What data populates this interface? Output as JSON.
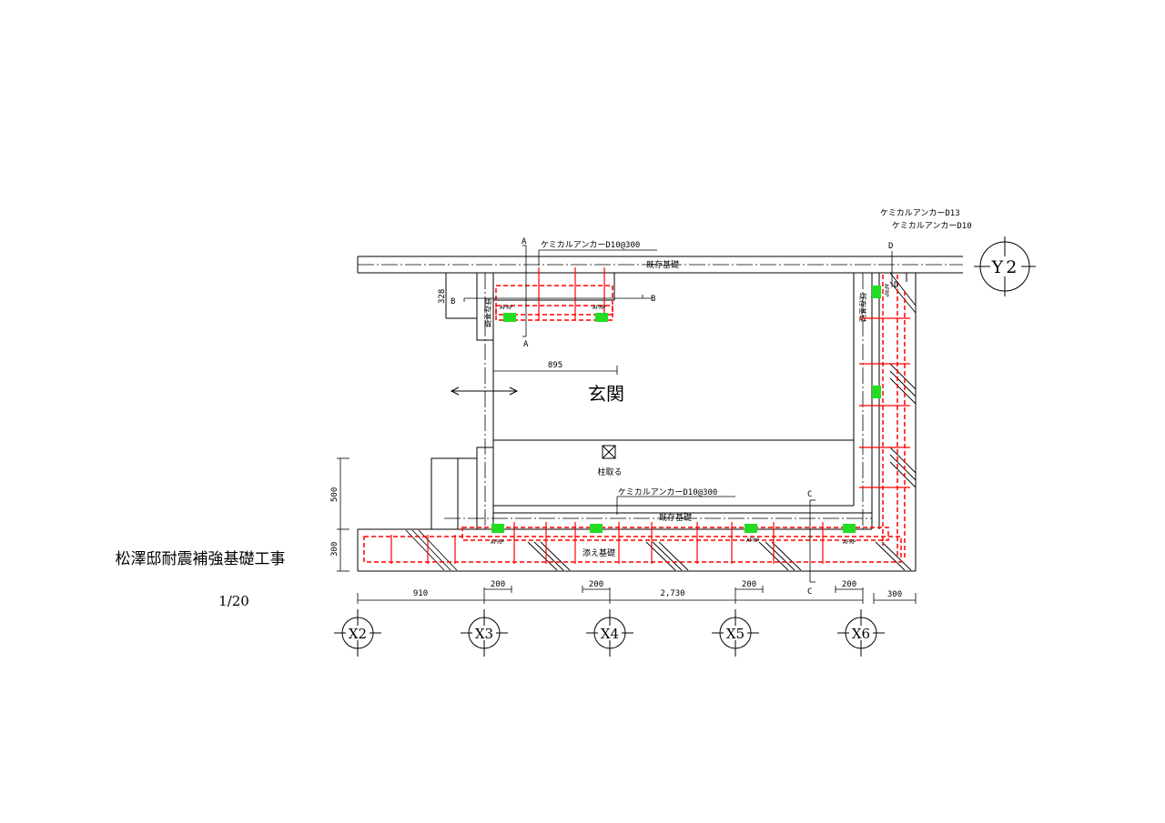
{
  "title": "松澤邸耐震補強基礎工事",
  "scale": "1/20",
  "room_label": "玄関",
  "annotations": {
    "anchor_top": "ケミカルアンカーD10@300",
    "anchor_bottom": "ケミカルアンカーD10@300",
    "anchor_right_1": "ケミカルアンカーD13",
    "anchor_right_2": "ケミカルアンカーD10",
    "existing_foundation": "既存基礎",
    "added_foundation": "添え基礎",
    "remove_column": "柱取る",
    "afrp": "AFRP"
  },
  "sections": {
    "a": "A",
    "b": "B",
    "c": "C",
    "d": "D"
  },
  "dimensions": {
    "d328": "328",
    "d895": "895",
    "d500": "500",
    "d300_left": "300",
    "d910": "910",
    "d200": "200",
    "d2730": "2,730",
    "d300_right": "300"
  },
  "grid": {
    "x2": "X2",
    "x3": "X3",
    "x4": "X4",
    "x5": "X5",
    "x6": "X6",
    "y2": "Y2"
  },
  "colors": {
    "line": "#000000",
    "reinforcement": "#ff0000",
    "afrp_mark": "#22dd22"
  }
}
